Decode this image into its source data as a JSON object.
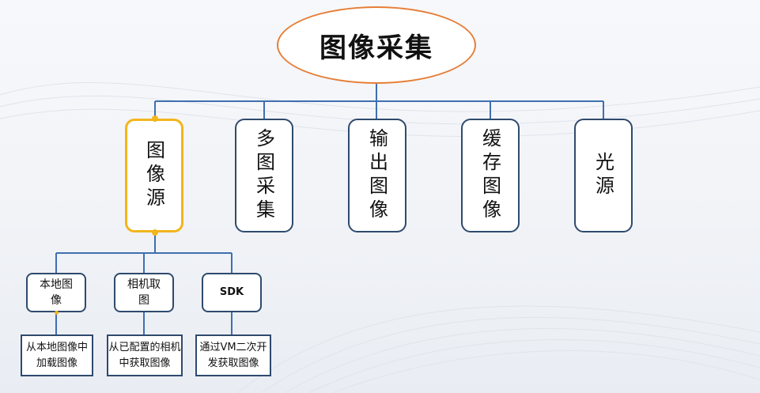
{
  "root": {
    "label": "图像采集"
  },
  "categories": [
    {
      "label": "图像源",
      "highlighted": true
    },
    {
      "label": "多图采集",
      "highlighted": false
    },
    {
      "label": "输出图像",
      "highlighted": false
    },
    {
      "label": "缓存图像",
      "highlighted": false
    },
    {
      "label": "光源",
      "highlighted": false
    }
  ],
  "image_source_children": [
    {
      "label": "本地图像",
      "description": "从本地图像中加载图像"
    },
    {
      "label": "相机取图",
      "description": "从已配置的相机中获取图像"
    },
    {
      "label": "SDK",
      "description": "通过VM二次开发获取图像"
    }
  ],
  "colors": {
    "root_border": "#e67e36",
    "box_border": "#2f4a6d",
    "highlight": "#f2b51c",
    "connector": "#3f6fb0"
  }
}
